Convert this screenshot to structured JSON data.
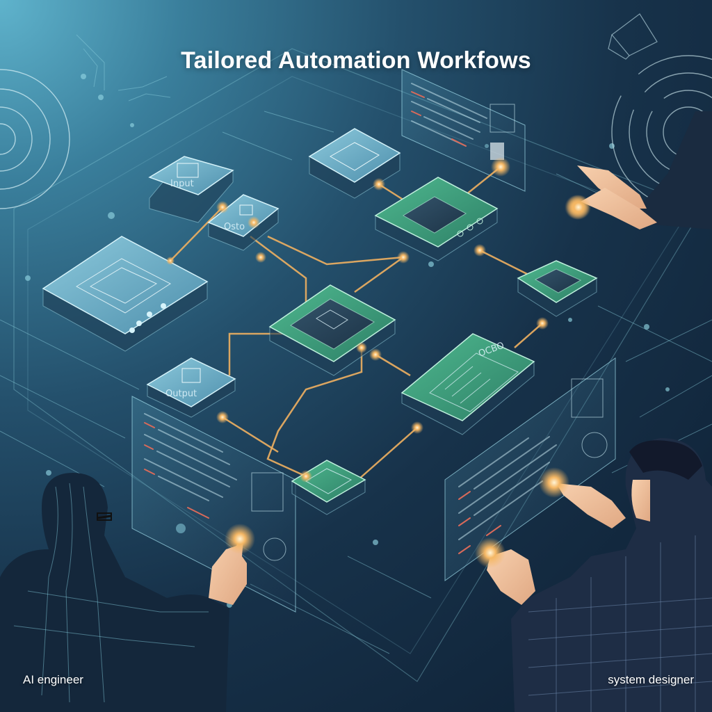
{
  "title": "Tailored Automation Workfows",
  "captions": {
    "left": "AI engineer",
    "right": "system designer"
  },
  "colors": {
    "background_light": "#5fb3cc",
    "background_dark": "#0e1f33",
    "node_blue": "#6fb2c8",
    "node_green": "#3fa07f",
    "connector_orange": "#f0b060",
    "line_cyan": "#8fd3e0",
    "code_red": "#d96a5a",
    "text": "#ffffff"
  },
  "nodes": [
    {
      "id": "input",
      "label": "Input",
      "style": "blue",
      "icon": "folder-icon"
    },
    {
      "id": "osto",
      "label": "Osto",
      "style": "blue",
      "icon": "window-icon"
    },
    {
      "id": "top-center",
      "label": "",
      "style": "blue",
      "icon": "squares-icon"
    },
    {
      "id": "large-left",
      "label": "",
      "style": "blue",
      "icon": "puzzle-icon"
    },
    {
      "id": "top-right-green",
      "label": "",
      "style": "green",
      "icon": "server-icon"
    },
    {
      "id": "center-green",
      "label": "",
      "style": "green",
      "icon": "document-icon"
    },
    {
      "id": "right-green",
      "label": "",
      "style": "green",
      "icon": "list-icon"
    },
    {
      "id": "form-panel",
      "label": "OCBO",
      "style": "green",
      "icon": "form-icon"
    },
    {
      "id": "output",
      "label": "Output",
      "style": "blue",
      "icon": "stack-icon"
    },
    {
      "id": "bottom-green",
      "label": "",
      "style": "green",
      "icon": "frame-icon"
    }
  ],
  "panels": [
    {
      "id": "top-code-panel",
      "content": "code-lines"
    },
    {
      "id": "left-code-panel",
      "content": "code-lines"
    },
    {
      "id": "right-code-panel",
      "content": "code-lines"
    }
  ],
  "figures": [
    {
      "id": "ai-engineer",
      "role": "AI engineer"
    },
    {
      "id": "system-designer",
      "role": "system designer"
    },
    {
      "id": "top-right-hands",
      "role": "hands"
    }
  ]
}
